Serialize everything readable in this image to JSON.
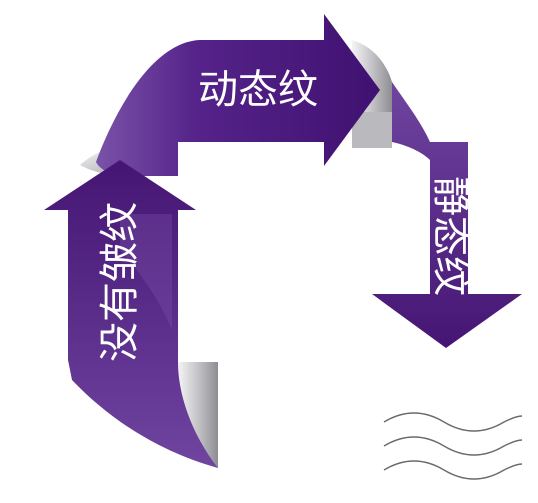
{
  "diagram": {
    "top_arrow_label": "动态纹",
    "right_arrow_label": "静态纹",
    "left_arrow_label": "没有皱纹",
    "wave_icon": "wavy-lines-icon"
  },
  "colors": {
    "arrow_purple": "#4b1a7a",
    "arrow_purple_light": "#6a3aa0",
    "fold_grey": "#b8b8bc",
    "wave_stroke": "#6a6a6a"
  }
}
